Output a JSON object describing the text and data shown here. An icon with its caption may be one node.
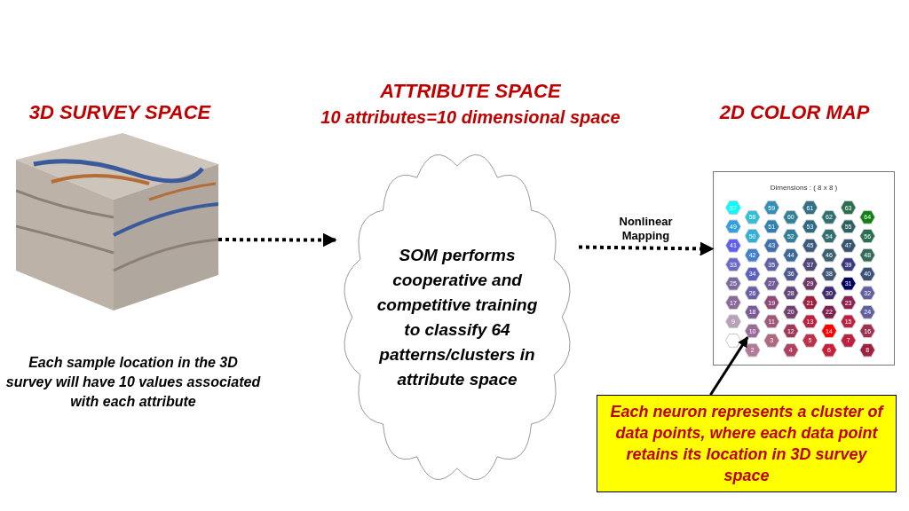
{
  "diagram": {
    "nodes": [
      {
        "text": [],
        "shape": "picture"
      },
      {
        "text": [
          "SOM performs cooperative and competitive training to classify 64 patterns/clusters in attribute space"
        ]
      },
      {
        "text": [
          "Dimensions : ( 8 x 8 )"
        ]
      },
      {
        "text": [
          "57"
        ],
        "in": 2
      },
      {
        "text": [
          "58"
        ],
        "in": 2
      },
      {
        "text": [
          "59"
        ],
        "in": 2
      },
      {
        "text": [
          "60"
        ],
        "in": 2
      },
      {
        "text": [
          "61"
        ],
        "in": 2
      },
      {
        "text": [
          "62"
        ],
        "in": 2
      },
      {
        "text": [
          "63"
        ],
        "in": 2
      },
      {
        "text": [
          "64"
        ],
        "in": 2
      },
      {
        "text": [
          "49"
        ],
        "in": 2
      },
      {
        "text": [
          "50"
        ],
        "in": 2
      },
      {
        "text": [
          "51"
        ],
        "in": 2
      },
      {
        "text": [
          "52"
        ],
        "in": 2
      },
      {
        "text": [
          "53"
        ],
        "in": 2
      },
      {
        "text": [
          "54"
        ],
        "in": 2
      },
      {
        "text": [
          "55"
        ],
        "in": 2
      },
      {
        "text": [
          "56"
        ],
        "in": 2
      },
      {
        "text": [
          "41"
        ],
        "in": 2
      },
      {
        "text": [
          "42"
        ],
        "in": 2
      },
      {
        "text": [
          "43"
        ],
        "in": 2
      },
      {
        "text": [
          "44"
        ],
        "in": 2
      },
      {
        "text": [
          "45"
        ],
        "in": 2
      },
      {
        "text": [
          "46"
        ],
        "in": 2
      },
      {
        "text": [
          "47"
        ],
        "in": 2
      },
      {
        "text": [
          "48"
        ],
        "in": 2
      },
      {
        "text": [
          "33"
        ],
        "in": 2
      },
      {
        "text": [
          "34"
        ],
        "in": 2
      },
      {
        "text": [
          "35"
        ],
        "in": 2
      },
      {
        "text": [
          "36"
        ],
        "in": 2
      },
      {
        "text": [
          "37"
        ],
        "in": 2
      },
      {
        "text": [
          "38"
        ],
        "in": 2
      },
      {
        "text": [
          "39"
        ],
        "in": 2
      },
      {
        "text": [
          "40"
        ],
        "in": 2
      },
      {
        "text": [
          "25"
        ],
        "in": 2
      },
      {
        "text": [
          "26"
        ],
        "in": 2
      },
      {
        "text": [
          "27"
        ],
        "in": 2
      },
      {
        "text": [
          "28"
        ],
        "in": 2
      },
      {
        "text": [
          "29"
        ],
        "in": 2
      },
      {
        "text": [
          "30"
        ],
        "in": 2
      },
      {
        "text": [
          "31"
        ],
        "in": 2
      },
      {
        "text": [
          "32"
        ],
        "in": 2
      },
      {
        "text": [
          "17"
        ],
        "in": 2
      },
      {
        "text": [
          "18"
        ],
        "in": 2
      },
      {
        "text": [
          "19"
        ],
        "in": 2
      },
      {
        "text": [
          "20"
        ],
        "in": 2
      },
      {
        "text": [
          "21"
        ],
        "in": 2
      },
      {
        "text": [
          "22"
        ],
        "in": 2
      },
      {
        "text": [
          "23"
        ],
        "in": 2
      },
      {
        "text": [
          "24"
        ],
        "in": 2
      },
      {
        "text": [
          "9"
        ],
        "in": 2
      },
      {
        "text": [
          "10"
        ],
        "in": 2
      },
      {
        "text": [
          "11"
        ],
        "in": 2
      },
      {
        "text": [
          "12"
        ],
        "in": 2
      },
      {
        "text": [
          "13"
        ],
        "in": 2
      },
      {
        "text": [
          "14"
        ],
        "in": 2
      },
      {
        "text": [
          "15"
        ],
        "in": 2
      },
      {
        "text": [
          "16"
        ],
        "in": 2
      },
      {
        "text": [],
        "shape": "hexagon",
        "in": 2
      },
      {
        "text": [
          "2"
        ],
        "in": 2
      },
      {
        "text": [
          "3"
        ],
        "in": 2
      },
      {
        "text": [
          "4"
        ],
        "in": 2
      },
      {
        "text": [
          "5"
        ],
        "in": 2
      },
      {
        "text": [
          "6"
        ],
        "in": 2
      },
      {
        "text": [
          "7"
        ],
        "in": 2
      },
      {
        "text": [
          "8"
        ],
        "in": 2
      },
      {
        "text": [
          "Each neuron represents a cluster of data points, where each data point retains its location in 3D survey space"
        ]
      }
    ],
    "edges": [
      {
        "from": 0,
        "to": 1,
        "arrow": "to",
        "style": "dashed"
      },
      {
        "from": 1,
        "to": 2,
        "arrow": "to",
        "style": "dashed",
        "label": "Nonlinear Mapping"
      },
      {
        "from": 67,
        "to": 52,
        "arrow": "to"
      }
    ],
    "labels": [
      "3D SURVEY SPACE",
      "ATTRIBUTE SPACE",
      "10 attributes=10 dimensional space",
      "2D COLOR MAP",
      "Each sample location in the 3D survey will have 10 values associated with each attribute"
    ]
  }
}
